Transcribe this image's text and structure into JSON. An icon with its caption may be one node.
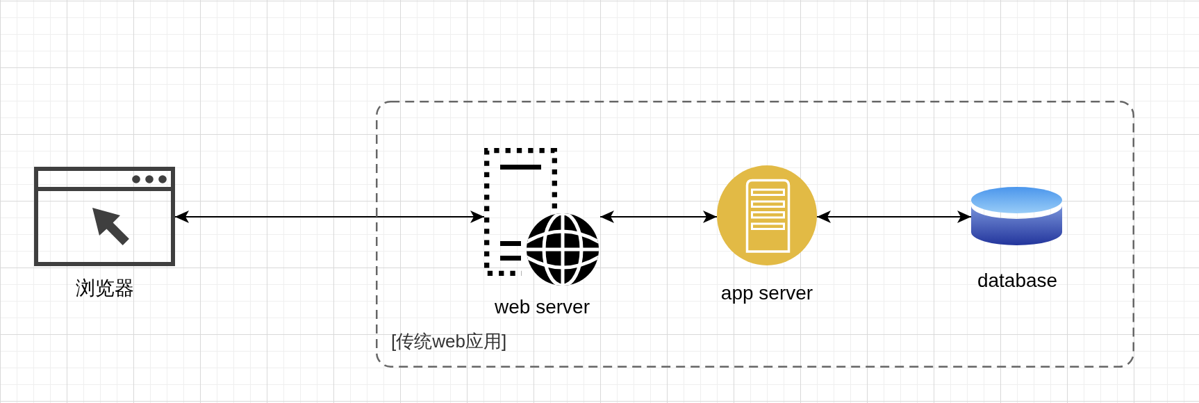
{
  "diagram": {
    "nodes": [
      {
        "text": [
          "浏览器"
        ]
      },
      {
        "text": [
          "[传统web应用]"
        ]
      },
      {
        "text": [
          "web server"
        ],
        "in": 1
      },
      {
        "text": [
          "app server"
        ],
        "in": 1
      },
      {
        "text": [
          "database"
        ],
        "in": 1
      }
    ],
    "edges": [
      {
        "from": 0,
        "to": 2,
        "arrow": "both"
      },
      {
        "from": 2,
        "to": 3,
        "arrow": "both"
      },
      {
        "from": 3,
        "to": 4,
        "arrow": "both"
      }
    ]
  }
}
